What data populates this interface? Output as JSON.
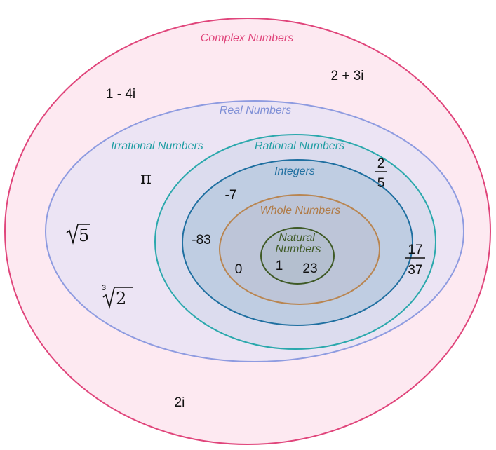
{
  "sets": {
    "complex": {
      "label": "Complex Numbers",
      "stroke": "#e0457b",
      "fill": "#fde9f1",
      "text_color": "#e0457b"
    },
    "real": {
      "label": "Real Numbers",
      "stroke": "#8e9be0",
      "fill": "#ece4f4",
      "text_color": "#7f8fd6"
    },
    "rational": {
      "label": "Rational Numbers",
      "stroke": "#2aa8ac",
      "fill": "#dcdcee",
      "text_color": "#1f9da3",
      "irrational_label": "Irrational Numbers"
    },
    "integers": {
      "label": "Integers",
      "stroke": "#1f6fa0",
      "fill": "#bfcde2",
      "text_color": "#1f6fa0"
    },
    "whole": {
      "label": "Whole Numbers",
      "stroke": "#b98550",
      "fill": "#bdc5d8",
      "text_color": "#b07a45"
    },
    "natural": {
      "label_line1": "Natural",
      "label_line2": "Numbers",
      "stroke": "#3f5a26",
      "fill": "#b4bfcf",
      "text_color": "#3f5a26"
    }
  },
  "examples": {
    "complex_a": "1 - 4i",
    "complex_b": "2 + 3i",
    "complex_c": "2i",
    "pi": "π",
    "sqrt5_radicand": "5",
    "cbrt2_index": "3",
    "cbrt2_radicand": "2",
    "fraction_a_num": "2",
    "fraction_a_den": "5",
    "fraction_b_num": "17",
    "fraction_b_den": "37",
    "int_a": "-7",
    "int_b": "-83",
    "whole_a": "0",
    "natural_a": "1",
    "natural_b": "23"
  }
}
